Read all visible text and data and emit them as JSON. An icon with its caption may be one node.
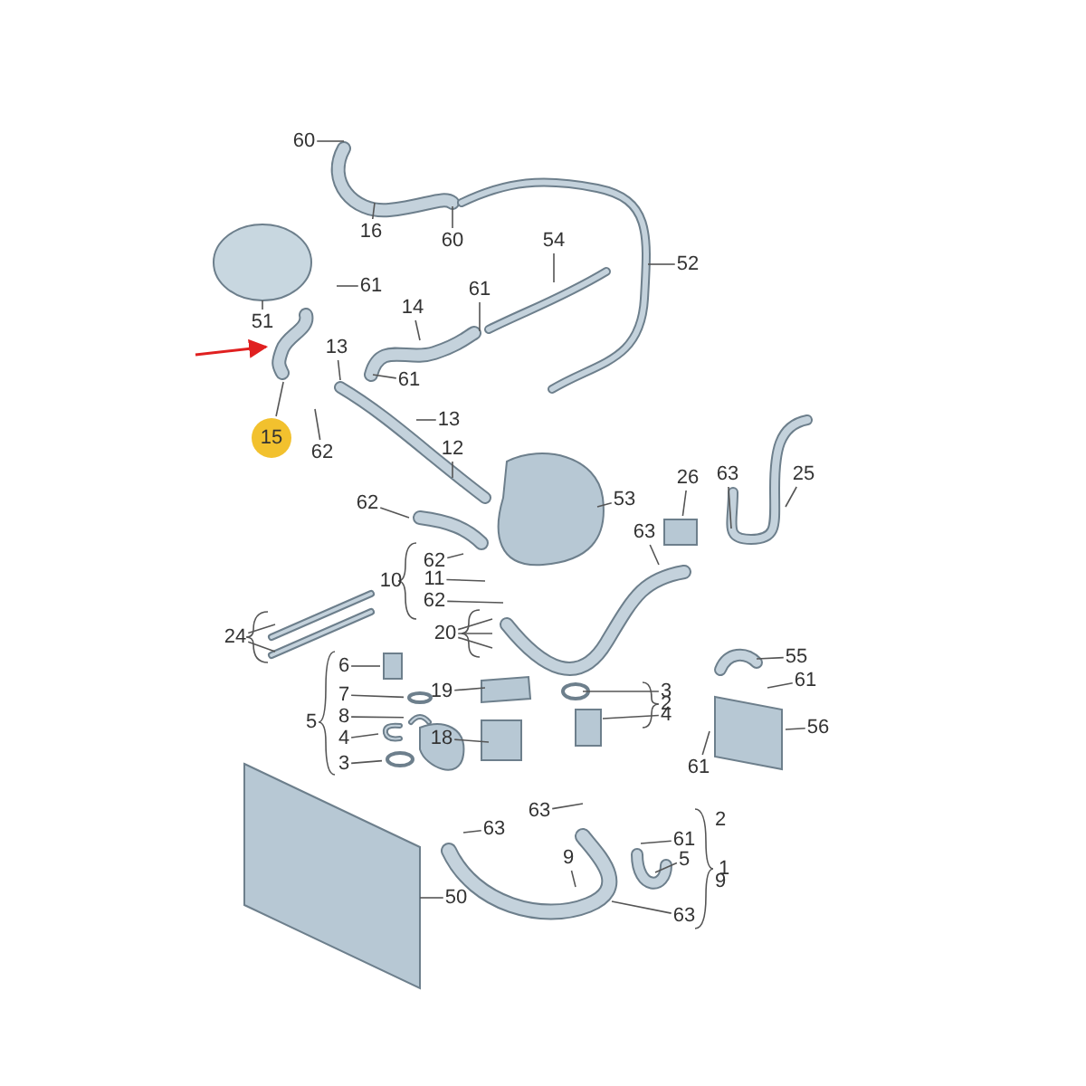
{
  "diagram": {
    "nodes": [
      {
        "text": [
          "60"
        ]
      },
      {
        "text": [
          "16"
        ]
      },
      {
        "text": [
          "60"
        ]
      },
      {
        "text": [
          "54"
        ]
      },
      {
        "text": [
          "52"
        ]
      },
      {
        "text": [
          "61"
        ]
      },
      {
        "text": [
          "61"
        ]
      },
      {
        "text": [
          "14"
        ]
      },
      {
        "text": [
          "51"
        ]
      },
      {
        "text": [
          "13"
        ]
      },
      {
        "text": [
          "61"
        ]
      },
      {
        "text": [
          "13"
        ]
      },
      {
        "text": [
          "15"
        ]
      },
      {
        "text": [
          "62"
        ]
      },
      {
        "text": [
          "12"
        ]
      },
      {
        "text": [
          "63"
        ]
      },
      {
        "text": [
          "25"
        ]
      },
      {
        "text": [
          "26"
        ]
      },
      {
        "text": [
          "63"
        ]
      },
      {
        "text": [
          "62"
        ]
      },
      {
        "text": [
          "53"
        ]
      },
      {
        "text": [
          "62"
        ]
      },
      {
        "text": [
          "11"
        ]
      },
      {
        "text": [
          "62"
        ]
      },
      {
        "text": [
          "24"
        ]
      },
      {
        "text": [
          "20"
        ]
      },
      {
        "text": [
          "55"
        ]
      },
      {
        "text": [
          "6"
        ]
      },
      {
        "text": [
          "19"
        ]
      },
      {
        "text": [
          "61"
        ]
      },
      {
        "text": [
          "3"
        ]
      },
      {
        "text": [
          "7"
        ]
      },
      {
        "text": [
          "8"
        ]
      },
      {
        "text": [
          "4"
        ]
      },
      {
        "text": [
          "18"
        ]
      },
      {
        "text": [
          "56"
        ]
      },
      {
        "text": [
          "4"
        ]
      },
      {
        "text": [
          "61"
        ]
      },
      {
        "text": [
          "3"
        ]
      },
      {
        "text": [
          "63"
        ]
      },
      {
        "text": [
          "63"
        ]
      },
      {
        "text": [
          "9"
        ]
      },
      {
        "text": [
          "61"
        ]
      },
      {
        "text": [
          "5"
        ]
      },
      {
        "text": [
          "50"
        ]
      },
      {
        "text": [
          "63"
        ]
      },
      {
        "text": [],
        "shape": "picture"
      },
      {
        "text": [],
        "shape": "box"
      },
      {
        "text": [],
        "shape": "circle"
      },
      {
        "text": [],
        "shape": "picture"
      },
      {
        "text": [],
        "shape": "picture"
      },
      {
        "text": [],
        "shape": "circle"
      },
      {
        "text": [],
        "shape": "box"
      }
    ],
    "edges": [
      {
        "from": 0,
        "to": null,
        "arrow": "none"
      },
      {
        "from": 1,
        "to": null,
        "arrow": "none"
      },
      {
        "from": 2,
        "to": null,
        "arrow": "none"
      },
      {
        "from": 3,
        "to": null,
        "arrow": "none"
      },
      {
        "from": 4,
        "to": null,
        "arrow": "none"
      },
      {
        "from": 5,
        "to": null,
        "arrow": "none"
      },
      {
        "from": 6,
        "to": null,
        "arrow": "none"
      },
      {
        "from": 7,
        "to": null,
        "arrow": "none"
      },
      {
        "from": 8,
        "to": null,
        "arrow": "none"
      },
      {
        "from": 9,
        "to": null,
        "arrow": "none"
      },
      {
        "from": 10,
        "to": null,
        "arrow": "none"
      },
      {
        "from": 11,
        "to": null,
        "arrow": "none"
      },
      {
        "from": 12,
        "to": 46,
        "arrow": "none"
      },
      {
        "from": 13,
        "to": null,
        "arrow": "none"
      },
      {
        "from": 14,
        "to": null,
        "arrow": "none"
      },
      {
        "from": 15,
        "to": null,
        "arrow": "none"
      },
      {
        "from": 16,
        "to": null,
        "arrow": "none"
      },
      {
        "from": 17,
        "to": 52,
        "arrow": "none"
      },
      {
        "from": 18,
        "to": null,
        "arrow": "none"
      },
      {
        "from": 19,
        "to": null,
        "arrow": "none"
      },
      {
        "from": 20,
        "to": null,
        "arrow": "none"
      },
      {
        "from": 21,
        "to": null,
        "arrow": "none"
      },
      {
        "from": 22,
        "to": null,
        "arrow": "none"
      },
      {
        "from": 23,
        "to": null,
        "arrow": "none"
      },
      {
        "from": 24,
        "to": null,
        "arrow": "none"
      },
      {
        "from": 24,
        "to": null,
        "arrow": "none"
      },
      {
        "from": 25,
        "to": null,
        "arrow": "none"
      },
      {
        "from": 25,
        "to": null,
        "arrow": "none"
      },
      {
        "from": 25,
        "to": null,
        "arrow": "none"
      },
      {
        "from": 26,
        "to": null,
        "arrow": "none"
      },
      {
        "from": 27,
        "to": 47,
        "arrow": "none"
      },
      {
        "from": 28,
        "to": null,
        "arrow": "none"
      },
      {
        "from": 29,
        "to": null,
        "arrow": "none"
      },
      {
        "from": 30,
        "to": null,
        "arrow": "none"
      },
      {
        "from": 31,
        "to": 48,
        "arrow": "none"
      },
      {
        "from": 32,
        "to": 49,
        "arrow": "none"
      },
      {
        "from": 33,
        "to": null,
        "arrow": "none"
      },
      {
        "from": 34,
        "to": null,
        "arrow": "none"
      },
      {
        "from": 35,
        "to": null,
        "arrow": "none"
      },
      {
        "from": 36,
        "to": 50,
        "arrow": "none"
      },
      {
        "from": 37,
        "to": null,
        "arrow": "none"
      },
      {
        "from": 38,
        "to": 51,
        "arrow": "none"
      },
      {
        "from": 39,
        "to": null,
        "arrow": "none"
      },
      {
        "from": 40,
        "to": null,
        "arrow": "none"
      },
      {
        "from": 41,
        "to": null,
        "arrow": "none"
      },
      {
        "from": 42,
        "to": null,
        "arrow": "none"
      },
      {
        "from": 43,
        "to": null,
        "arrow": "none"
      },
      {
        "from": 44,
        "to": null,
        "arrow": "none"
      },
      {
        "from": 45,
        "to": null,
        "arrow": "none"
      },
      {
        "from": null,
        "to": 46,
        "arrow": "to",
        "color": "#e02020"
      }
    ],
    "labels": [
      "10",
      "2",
      "5",
      "2",
      "1",
      "9"
    ]
  }
}
